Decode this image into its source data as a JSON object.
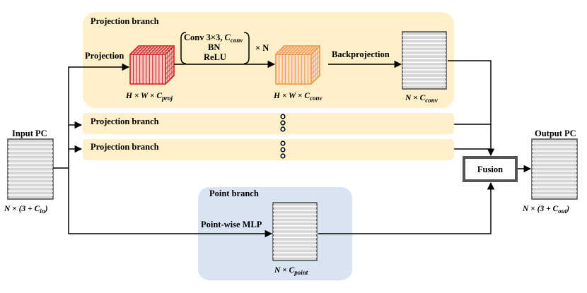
{
  "colors": {
    "branch_bg": "#fdf0c9",
    "point_bg": "#d9e4f3",
    "red_cube": "#cc1f1f",
    "red_cube_light": "#f4c6c2",
    "orange_cube": "#f0923e",
    "orange_cube_light": "#fde0c4",
    "matrix_fill": "#d6d6d6",
    "matrix_border": "#555555"
  },
  "input": {
    "label": "Input PC",
    "dim_prefix": "N × (3 + ",
    "dim_var": "C",
    "dim_sub": "in",
    "dim_suffix": ")"
  },
  "output": {
    "label": "Output PC",
    "dim_prefix": "N × (3 + ",
    "dim_var": "C",
    "dim_sub": "out",
    "dim_suffix": ")"
  },
  "projection_branch_main": {
    "title": "Projection branch",
    "projection_label": "Projection",
    "conv_line1_prefix": "Conv 3×3, ",
    "conv_line1_var": "C",
    "conv_line1_sub": "conv",
    "conv_line2": "BN",
    "conv_line3": "ReLU",
    "repeat": "× N",
    "backprojection_label": "Backprojection",
    "cube1_dim_prefix": "H × W × ",
    "cube1_dim_var": "C",
    "cube1_dim_sub": "proj",
    "cube2_dim_prefix": "H × W × ",
    "cube2_dim_var": "C",
    "cube2_dim_sub": "conv",
    "matrix_dim_prefix": "N × ",
    "matrix_dim_var": "C",
    "matrix_dim_sub": "conv"
  },
  "projection_branch_2": {
    "title": "Projection branch"
  },
  "projection_branch_3": {
    "title": "Projection branch"
  },
  "point_branch": {
    "title": "Point branch",
    "mlp_label": "Point-wise MLP",
    "dim_prefix": "N × ",
    "dim_var": "C",
    "dim_sub": "point"
  },
  "fusion": {
    "label": "Fusion"
  }
}
